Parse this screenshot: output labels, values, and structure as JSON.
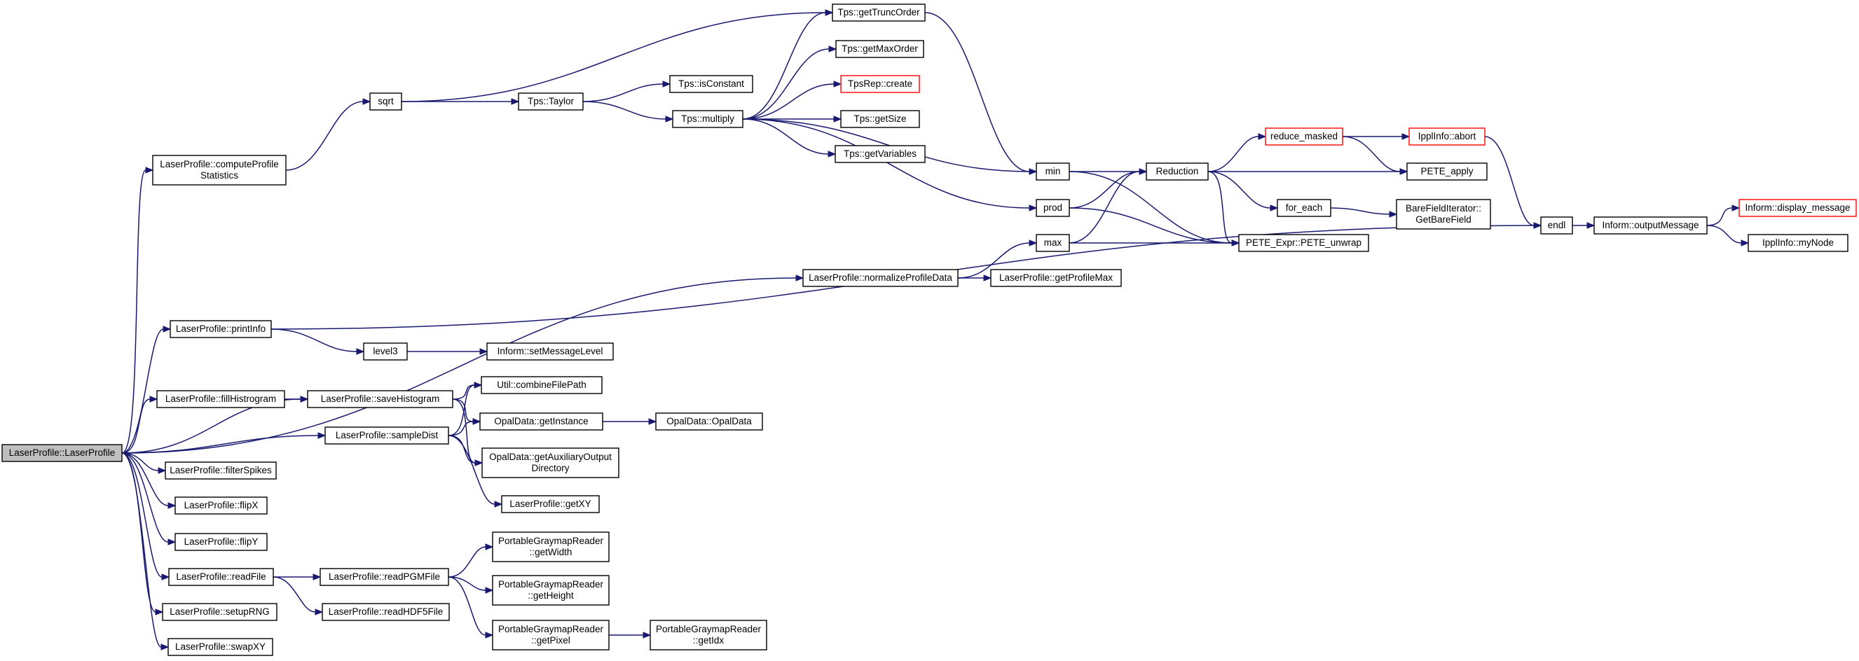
{
  "colors": {
    "edge": "#191970",
    "root_fill": "#bfbfbf",
    "truncated_border": "#ff0000",
    "node_border": "#000000"
  },
  "nodes": [
    {
      "id": "laserprofile_ctor",
      "lines": [
        "LaserProfile::LaserProfile"
      ],
      "root": true
    },
    {
      "id": "computeProfileStatistics",
      "lines": [
        "LaserProfile::computeProfile",
        "Statistics"
      ]
    },
    {
      "id": "sqrt",
      "lines": [
        "sqrt"
      ]
    },
    {
      "id": "tps_taylor",
      "lines": [
        "Tps::Taylor"
      ]
    },
    {
      "id": "tps_isconstant",
      "lines": [
        "Tps::isConstant"
      ]
    },
    {
      "id": "tps_multiply",
      "lines": [
        "Tps::multiply"
      ]
    },
    {
      "id": "tps_gettruncorder",
      "lines": [
        "Tps::getTruncOrder"
      ]
    },
    {
      "id": "tps_getmaxorder",
      "lines": [
        "Tps::getMaxOrder"
      ]
    },
    {
      "id": "tpsrep_create",
      "lines": [
        "TpsRep::create"
      ],
      "truncated": true
    },
    {
      "id": "tps_getsize",
      "lines": [
        "Tps::getSize"
      ]
    },
    {
      "id": "tps_getvariables",
      "lines": [
        "Tps::getVariables"
      ]
    },
    {
      "id": "min",
      "lines": [
        "min"
      ]
    },
    {
      "id": "prod",
      "lines": [
        "prod"
      ]
    },
    {
      "id": "max",
      "lines": [
        "max"
      ]
    },
    {
      "id": "reduction",
      "lines": [
        "Reduction"
      ]
    },
    {
      "id": "reduce_masked",
      "lines": [
        "reduce_masked"
      ],
      "truncated": true
    },
    {
      "id": "ipplinfo_abort",
      "lines": [
        "IpplInfo::abort"
      ],
      "truncated": true
    },
    {
      "id": "pete_apply",
      "lines": [
        "PETE_apply"
      ]
    },
    {
      "id": "for_each",
      "lines": [
        "for_each"
      ]
    },
    {
      "id": "barefielditerator",
      "lines": [
        "BareFieldIterator::",
        "GetBareField"
      ]
    },
    {
      "id": "pete_unwrap",
      "lines": [
        "PETE_Expr::PETE_unwrap"
      ]
    },
    {
      "id": "endl",
      "lines": [
        "endl"
      ]
    },
    {
      "id": "inform_outputmessage",
      "lines": [
        "Inform::outputMessage"
      ]
    },
    {
      "id": "inform_display_message",
      "lines": [
        "Inform::display_message"
      ],
      "truncated": true
    },
    {
      "id": "ipplinfo_mynode",
      "lines": [
        "IpplInfo::myNode"
      ]
    },
    {
      "id": "normalizeProfileData",
      "lines": [
        "LaserProfile::normalizeProfileData"
      ]
    },
    {
      "id": "getProfileMax",
      "lines": [
        "LaserProfile::getProfileMax"
      ]
    },
    {
      "id": "printInfo",
      "lines": [
        "LaserProfile::printInfo"
      ]
    },
    {
      "id": "level3",
      "lines": [
        "level3"
      ]
    },
    {
      "id": "inform_setmessagelevel",
      "lines": [
        "Inform::setMessageLevel"
      ]
    },
    {
      "id": "fillHistrogram",
      "lines": [
        "LaserProfile::fillHistrogram"
      ]
    },
    {
      "id": "saveHistogram",
      "lines": [
        "LaserProfile::saveHistogram"
      ]
    },
    {
      "id": "util_combinefilepath",
      "lines": [
        "Util::combineFilePath"
      ]
    },
    {
      "id": "opaldata_getinstance",
      "lines": [
        "OpalData::getInstance"
      ]
    },
    {
      "id": "opaldata_ctor",
      "lines": [
        "OpalData::OpalData"
      ]
    },
    {
      "id": "opaldata_getauxiliary",
      "lines": [
        "OpalData::getAuxiliaryOutput",
        "Directory"
      ]
    },
    {
      "id": "sampleDist",
      "lines": [
        "LaserProfile::sampleDist"
      ]
    },
    {
      "id": "getXY",
      "lines": [
        "LaserProfile::getXY"
      ]
    },
    {
      "id": "filterSpikes",
      "lines": [
        "LaserProfile::filterSpikes"
      ]
    },
    {
      "id": "flipX",
      "lines": [
        "LaserProfile::flipX"
      ]
    },
    {
      "id": "flipY",
      "lines": [
        "LaserProfile::flipY"
      ]
    },
    {
      "id": "readFile",
      "lines": [
        "LaserProfile::readFile"
      ]
    },
    {
      "id": "readPGMFile",
      "lines": [
        "LaserProfile::readPGMFile"
      ]
    },
    {
      "id": "pgm_getwidth",
      "lines": [
        "PortableGraymapReader",
        "::getWidth"
      ]
    },
    {
      "id": "pgm_getheight",
      "lines": [
        "PortableGraymapReader",
        "::getHeight"
      ]
    },
    {
      "id": "pgm_getpixel",
      "lines": [
        "PortableGraymapReader",
        "::getPixel"
      ]
    },
    {
      "id": "pgm_getidx",
      "lines": [
        "PortableGraymapReader",
        "::getIdx"
      ]
    },
    {
      "id": "readHDF5File",
      "lines": [
        "LaserProfile::readHDF5File"
      ]
    },
    {
      "id": "setupRNG",
      "lines": [
        "LaserProfile::setupRNG"
      ]
    },
    {
      "id": "swapXY",
      "lines": [
        "LaserProfile::swapXY"
      ]
    }
  ],
  "edges": [
    [
      "laserprofile_ctor",
      "computeProfileStatistics"
    ],
    [
      "laserprofile_ctor",
      "normalizeProfileData"
    ],
    [
      "laserprofile_ctor",
      "printInfo"
    ],
    [
      "laserprofile_ctor",
      "saveHistogram"
    ],
    [
      "laserprofile_ctor",
      "fillHistrogram"
    ],
    [
      "laserprofile_ctor",
      "sampleDist"
    ],
    [
      "laserprofile_ctor",
      "filterSpikes"
    ],
    [
      "laserprofile_ctor",
      "flipX"
    ],
    [
      "laserprofile_ctor",
      "flipY"
    ],
    [
      "laserprofile_ctor",
      "readFile"
    ],
    [
      "laserprofile_ctor",
      "setupRNG"
    ],
    [
      "laserprofile_ctor",
      "swapXY"
    ],
    [
      "computeProfileStatistics",
      "sqrt"
    ],
    [
      "sqrt",
      "tps_gettruncorder"
    ],
    [
      "sqrt",
      "tps_taylor"
    ],
    [
      "tps_taylor",
      "tps_isconstant"
    ],
    [
      "tps_taylor",
      "tps_multiply"
    ],
    [
      "tps_multiply",
      "tps_gettruncorder"
    ],
    [
      "tps_multiply",
      "tps_getmaxorder"
    ],
    [
      "tps_multiply",
      "tpsrep_create"
    ],
    [
      "tps_multiply",
      "tps_getsize"
    ],
    [
      "tps_multiply",
      "tps_getvariables"
    ],
    [
      "tps_multiply",
      "min"
    ],
    [
      "tps_multiply",
      "prod"
    ],
    [
      "tps_gettruncorder",
      "min"
    ],
    [
      "min",
      "reduction"
    ],
    [
      "min",
      "pete_unwrap"
    ],
    [
      "prod",
      "reduction"
    ],
    [
      "prod",
      "pete_unwrap"
    ],
    [
      "max",
      "reduction"
    ],
    [
      "max",
      "pete_unwrap"
    ],
    [
      "reduction",
      "reduce_masked"
    ],
    [
      "reduction",
      "pete_apply"
    ],
    [
      "reduction",
      "for_each"
    ],
    [
      "reduction",
      "pete_unwrap"
    ],
    [
      "reduce_masked",
      "ipplinfo_abort"
    ],
    [
      "reduce_masked",
      "pete_apply"
    ],
    [
      "ipplinfo_abort",
      "endl"
    ],
    [
      "for_each",
      "barefielditerator"
    ],
    [
      "endl",
      "inform_outputmessage"
    ],
    [
      "inform_outputmessage",
      "inform_display_message"
    ],
    [
      "inform_outputmessage",
      "ipplinfo_mynode"
    ],
    [
      "normalizeProfileData",
      "max"
    ],
    [
      "normalizeProfileData",
      "getProfileMax"
    ],
    [
      "printInfo",
      "endl"
    ],
    [
      "printInfo",
      "level3"
    ],
    [
      "level3",
      "inform_setmessagelevel"
    ],
    [
      "fillHistrogram",
      "saveHistogram"
    ],
    [
      "saveHistogram",
      "util_combinefilepath"
    ],
    [
      "saveHistogram",
      "opaldata_getinstance"
    ],
    [
      "saveHistogram",
      "opaldata_getauxiliary"
    ],
    [
      "sampleDist",
      "util_combinefilepath"
    ],
    [
      "sampleDist",
      "opaldata_getinstance"
    ],
    [
      "sampleDist",
      "opaldata_getauxiliary"
    ],
    [
      "sampleDist",
      "getXY"
    ],
    [
      "opaldata_getinstance",
      "opaldata_ctor"
    ],
    [
      "readFile",
      "readPGMFile"
    ],
    [
      "readFile",
      "readHDF5File"
    ],
    [
      "readPGMFile",
      "pgm_getwidth"
    ],
    [
      "readPGMFile",
      "pgm_getheight"
    ],
    [
      "readPGMFile",
      "pgm_getpixel"
    ],
    [
      "pgm_getpixel",
      "pgm_getidx"
    ]
  ]
}
